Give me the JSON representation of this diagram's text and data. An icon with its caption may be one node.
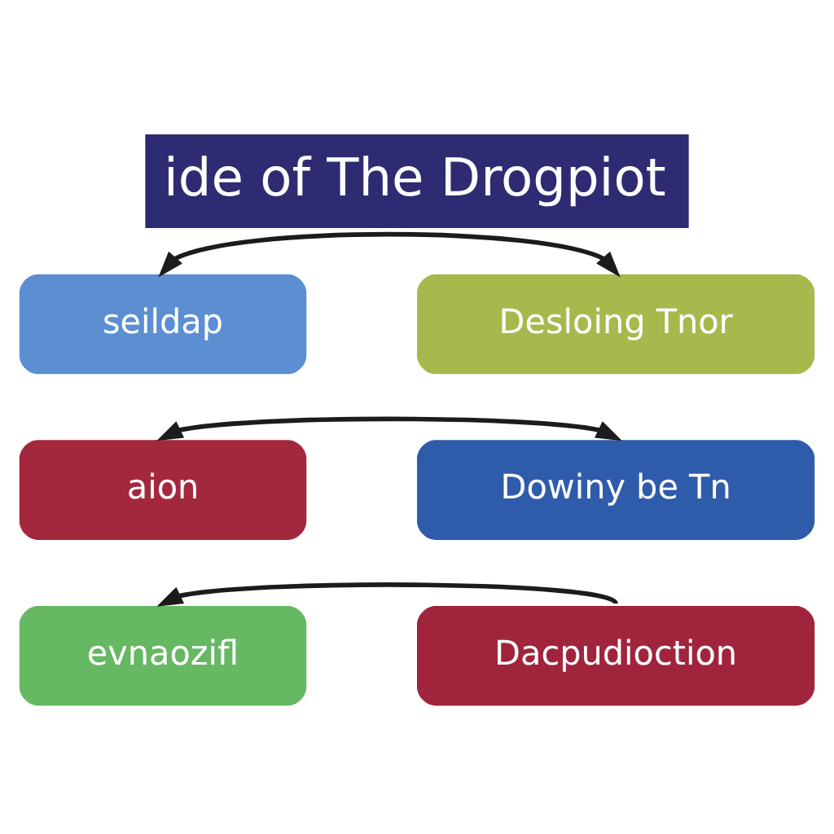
{
  "diagram": {
    "title": "ide of The Drogpiot",
    "nodes": [
      {
        "text": [
          "seildap"
        ]
      },
      {
        "text": [
          "Desloing Tnor"
        ]
      },
      {
        "text": [
          "aion"
        ]
      },
      {
        "text": [
          "Dowiny be Tn"
        ]
      },
      {
        "text": [
          "evnaozifl"
        ]
      },
      {
        "text": [
          "Dacpudioction"
        ]
      }
    ],
    "edges": [
      {
        "from": 0,
        "to": 1,
        "arrow": "both"
      },
      {
        "from": 2,
        "to": 3,
        "arrow": "both"
      },
      {
        "from": 5,
        "to": 4,
        "arrow": "to"
      }
    ]
  }
}
